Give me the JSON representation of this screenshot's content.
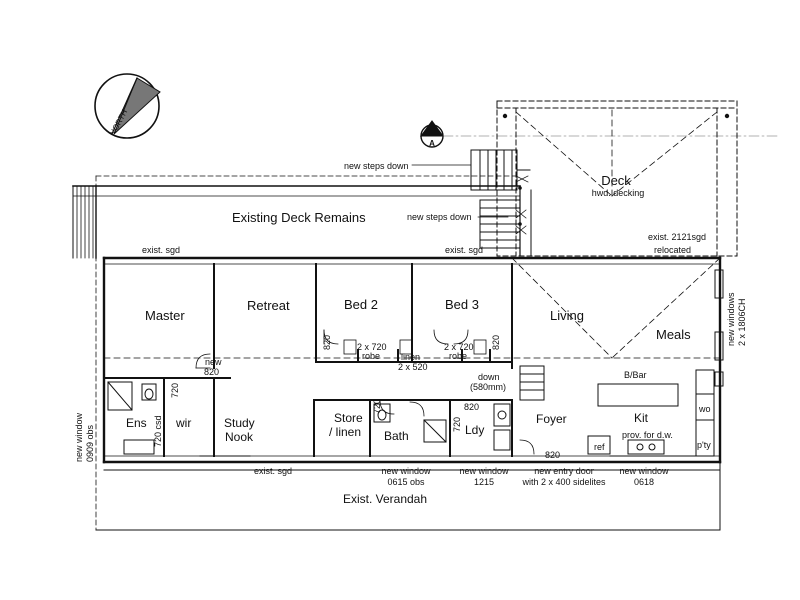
{
  "north_label": "NORTH",
  "section_marker": "A",
  "rooms": {
    "deck": "Deck",
    "existing_deck": "Existing Deck Remains",
    "master": "Master",
    "retreat": "Retreat",
    "bed2": "Bed 2",
    "bed3": "Bed 3",
    "living": "Living",
    "meals": "Meals",
    "ens": "Ens",
    "wir": "wir",
    "study": "Study",
    "nook": "Nook",
    "store": "Store",
    "linen": "/ linen",
    "bath": "Bath",
    "ldy": "Ldy",
    "foyer": "Foyer",
    "kit": "Kit",
    "verandah": "Exist. Verandah"
  },
  "notes": {
    "new_steps_down_1": "new steps down",
    "new_steps_down_2": "new steps down",
    "hwd_decking": "hwd. decking",
    "exist_2121sgd": "exist. 2121sgd",
    "relocated": "relocated",
    "exist_sgd_1": "exist. sgd",
    "exist_sgd_2": "exist. sgd",
    "exist_sgd_3": "exist. sgd",
    "new_windows_1": "new windows",
    "new_windows_2": "2 x 1806CH",
    "robe_1": "robe",
    "robe_2": "robe",
    "linen_small": "linen",
    "new_820_a": "new",
    "new_820_b": "820",
    "down": "down",
    "down_mm": "(580mm)",
    "bbar": "B/Bar",
    "prov_dw": "prov. for d.w.",
    "ref": "ref",
    "wo": "wo",
    "pty": "p'ty",
    "new_window_0909_1": "new window",
    "new_window_0909_2": "0909 obs",
    "new_window_0615_1": "new window",
    "new_window_0615_2": "0615 obs",
    "new_window_1215_1": "new window",
    "new_window_1215_2": "1215",
    "new_entry_1": "new entry door",
    "new_entry_2": "with 2 x 400 sidelites",
    "new_window_0618_1": "new window",
    "new_window_0618_2": "0618"
  },
  "dims": {
    "d820_bed2": "820",
    "d2x720_bed2": "2 x 720",
    "d2x520": "2 x 520",
    "d820_bed3": "820",
    "d2x720_bed3": "2 x 720",
    "d720_ens": "720",
    "d720csd": "720 csd",
    "d720_store": "720",
    "d820_bath": "820",
    "d720_ldy": "720",
    "d820_foyer": "820"
  }
}
